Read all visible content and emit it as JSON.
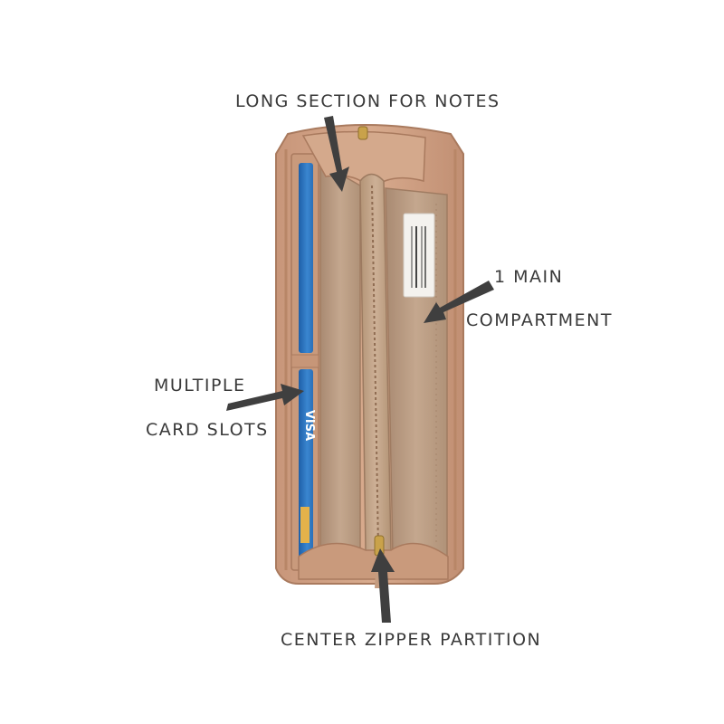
{
  "labels": {
    "notes": "LONG SECTION FOR NOTES",
    "main_line1": "1 MAIN",
    "main_line2": "COMPARTMENT",
    "cards_line1": "MULTIPLE",
    "cards_line2": "CARD SLOTS",
    "zipper": "CENTER ZIPPER PARTITION"
  },
  "card_brand": "VISA",
  "colors": {
    "leather": "#d2a184",
    "leather_dark": "#a97a5e",
    "lining": "#b89a80",
    "card_blue": "#2a6fb8",
    "arrow": "#3f3f3f",
    "text": "#3a3a3a"
  }
}
